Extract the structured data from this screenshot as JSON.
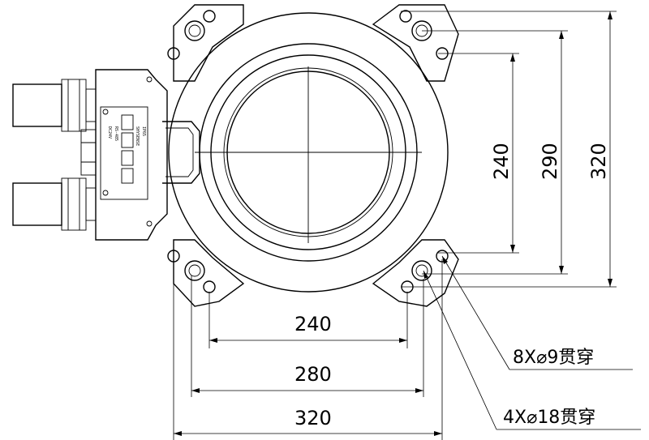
{
  "drawing": {
    "dimensions": {
      "h_inner": "240",
      "h_mid": "280",
      "h_outer": "320",
      "v_inner": "240",
      "v_mid": "290",
      "v_outer": "320"
    },
    "callouts": {
      "small_holes": "8X⌀9贯穿",
      "large_holes": "4X⌀18贯穿"
    },
    "nameplate": {
      "lines": [
        "RS-485",
        "DC24V",
        "IP65",
        "SHYSENSE"
      ]
    }
  }
}
